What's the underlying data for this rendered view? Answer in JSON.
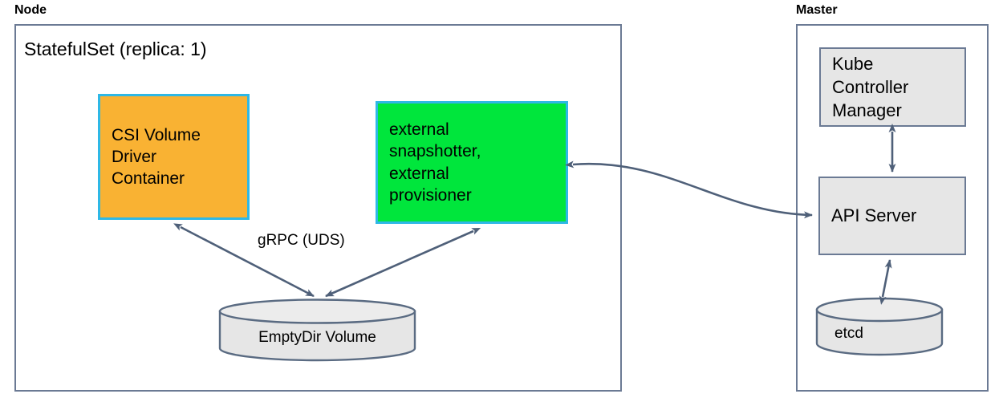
{
  "diagram": {
    "title_node": "Node",
    "title_master": "Master",
    "statefulset_label": "StatefulSet (replica: 1)",
    "colors": {
      "orange_fill": "#F9B233",
      "green_fill": "#00E63C",
      "cyan_border": "#2EB8E6",
      "gray_fill": "#E6E6E6",
      "outline": "#6b7a94",
      "arrow": "#4F6079",
      "background": "#FFFFFF",
      "text": "#000000"
    },
    "nodes": {
      "csi_driver": "CSI Volume\nDriver\nContainer",
      "external_sidecars": "external\nsnapshotter,\nexternal\nprovisioner",
      "emptydir": "EmptyDir Volume",
      "kube_controller_manager": "Kube\nController\nManager",
      "api_server": "API Server",
      "etcd": "etcd"
    },
    "edges": {
      "grpc_uds": "gRPC (UDS)"
    }
  }
}
